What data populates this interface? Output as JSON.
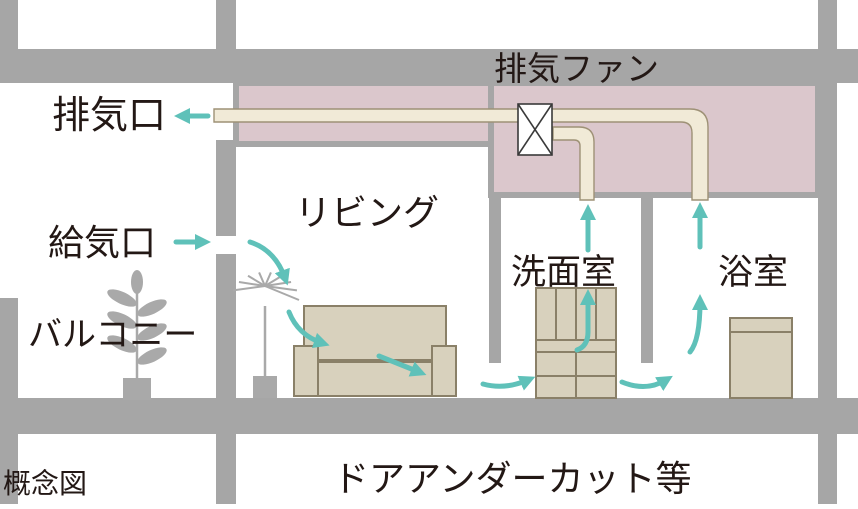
{
  "colors": {
    "wall": "#a6a6a6",
    "duct_space": "#dbc7cc",
    "duct": "#f1ead7",
    "duct_outline": "#9e9176",
    "airflow": "#5fc1b9",
    "furniture": "#d8d1bd",
    "furniture_outline": "#8a8068",
    "plant": "#a9a9a9",
    "text": "#231815"
  },
  "icons": {
    "fan": "fan-box-icon",
    "arrow": "airflow-arrow-icon",
    "sofa": "sofa-icon",
    "plant": "plant-icon",
    "vanity": "vanity-cabinet-icon",
    "bathtub": "bathtub-icon"
  },
  "labels": {
    "exhaust_fan": "排気ファン",
    "exhaust_port": "排気口",
    "living": "リビング",
    "supply_port": "給気口",
    "washroom": "洗面室",
    "bathroom": "浴室",
    "balcony": "バルコニー",
    "concept": "概念図",
    "door_undercut": "ドアアンダーカット等"
  }
}
